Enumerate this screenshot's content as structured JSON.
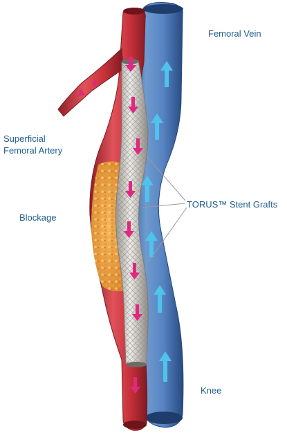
{
  "labels": {
    "femoral_vein": "Femoral Vein",
    "superficial_femoral_artery_line1": "Superficial",
    "superficial_femoral_artery_line2": "Femoral Artery",
    "blockage": "Blockage",
    "stent_grafts": "TORUS™ Stent Grafts",
    "knee": "Knee"
  },
  "colors": {
    "label_text": "#1f5d8c",
    "artery_red": "#c8323a",
    "vein_blue": "#3c6aa6",
    "blood_arrow_magenta": "#e0287f",
    "vein_arrow_cyan": "#4fc3ec",
    "stent_gray": "#d8d5d0",
    "blockage_orange": "#f0a040",
    "leader_line_gray": "#9a9a9a"
  },
  "icons": {
    "artery_flow": "magenta-down-arrow",
    "vein_flow": "cyan-up-arrow"
  }
}
